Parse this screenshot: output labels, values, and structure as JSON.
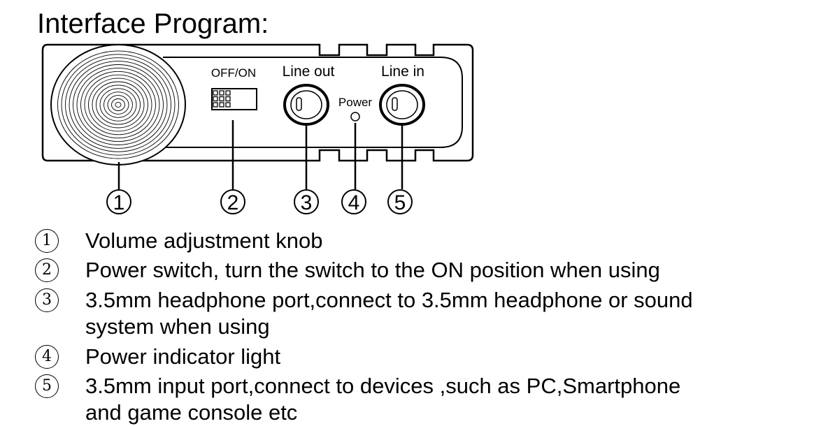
{
  "title": "Interface Program:",
  "device": {
    "switch_label": "OFF/ON",
    "line_out_label": "Line out",
    "line_in_label": "Line in",
    "power_label": "Power",
    "callouts": [
      "1",
      "2",
      "3",
      "4",
      "5"
    ]
  },
  "items": [
    {
      "num": "1",
      "lines": [
        "Volume adjustment knob"
      ]
    },
    {
      "num": "2",
      "lines": [
        "Power switch, turn the switch to the ON position when using"
      ]
    },
    {
      "num": "3",
      "lines": [
        "3.5mm headphone port,connect to 3.5mm headphone or sound",
        "system when using"
      ]
    },
    {
      "num": "4",
      "lines": [
        "Power indicator light"
      ]
    },
    {
      "num": "5",
      "lines": [
        "3.5mm input port,connect to devices ,such as PC,Smartphone",
        "and game console etc"
      ]
    }
  ]
}
